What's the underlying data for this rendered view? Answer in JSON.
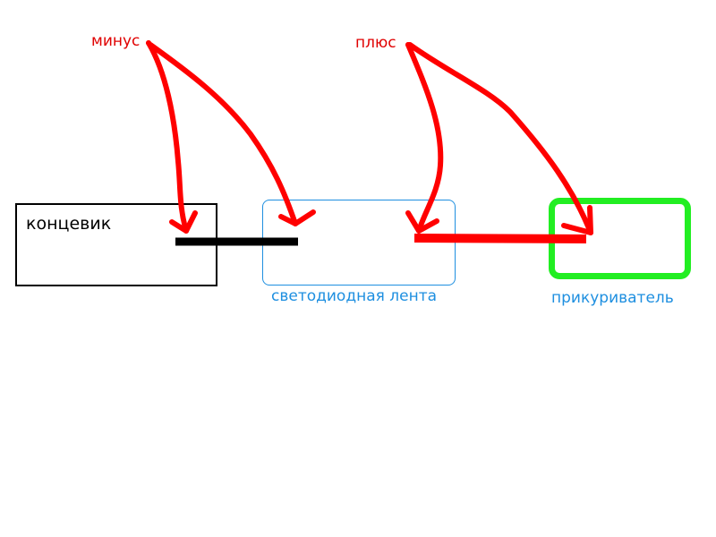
{
  "labels": {
    "minus": "минус",
    "plus": "плюс"
  },
  "components": {
    "limit_switch": "концевик",
    "led_strip": "светодиодная лента",
    "cigarette_lighter": "прикуриватель"
  },
  "colors": {
    "arrow": "#ff0000",
    "minus_wire": "#000000",
    "plus_wire": "#ff0000",
    "led_box": "#1e8fe0",
    "lighter_box": "#22ee22",
    "label_red": "#e00000",
    "label_blue": "#1e8fe0"
  }
}
